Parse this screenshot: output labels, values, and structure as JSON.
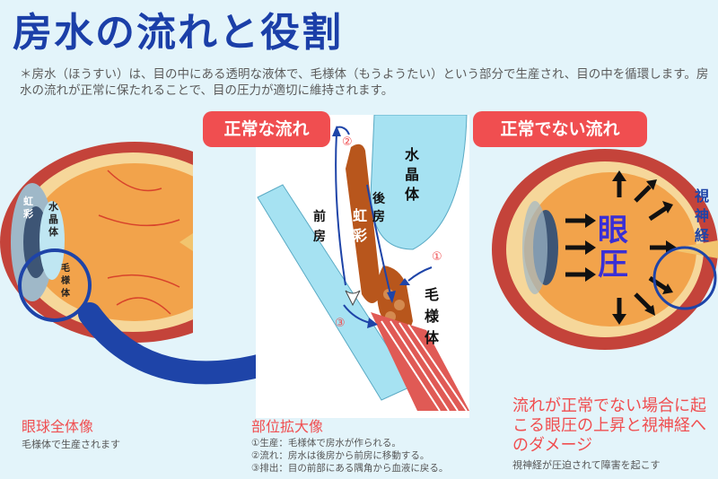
{
  "title": "房水の流れと役割",
  "description": "＊房水（ほうすい）は、目の中にある透明な液体で、毛様体（もうようたい）という部分で生産され、目の中を循環します。房水の流れが正常に保たれることで、目の圧力が適切に維持されます。",
  "labels": {
    "normal_flow": "正常な流れ",
    "abnormal_flow": "正常でない流れ",
    "iris": "虹彩",
    "lens": "水晶体",
    "ciliary_body": "毛様体",
    "anterior_chamber": "前房",
    "posterior_chamber": "後房",
    "num1": "①",
    "num2": "②",
    "num3": "③",
    "eye_pressure": "眼圧",
    "optic_nerve": "視神経"
  },
  "captions": {
    "left_title": "眼球全体像",
    "left_sub": "毛様体で生産されます",
    "mid_title": "部位拡大像",
    "step1": "①生産：毛様体で房水が作られる。",
    "step2": "②流れ：房水は後房から前房に移動する。",
    "step3": "③排出：目の前部にある隅角から血液に戻る。",
    "right_title": "流れが正常でない場合に起こる眼圧の上昇と視神経へのダメージ",
    "right_sub": "視神経が圧迫されて障害を起こす"
  },
  "colors": {
    "title_blue": "#1b3fa8",
    "pill_red": "#f04e50",
    "arrow_blue": "#1e44a8",
    "iris_brown": "#b8561c",
    "lens_cyan": "#a6e2f2",
    "background": "#e3f4fa"
  }
}
